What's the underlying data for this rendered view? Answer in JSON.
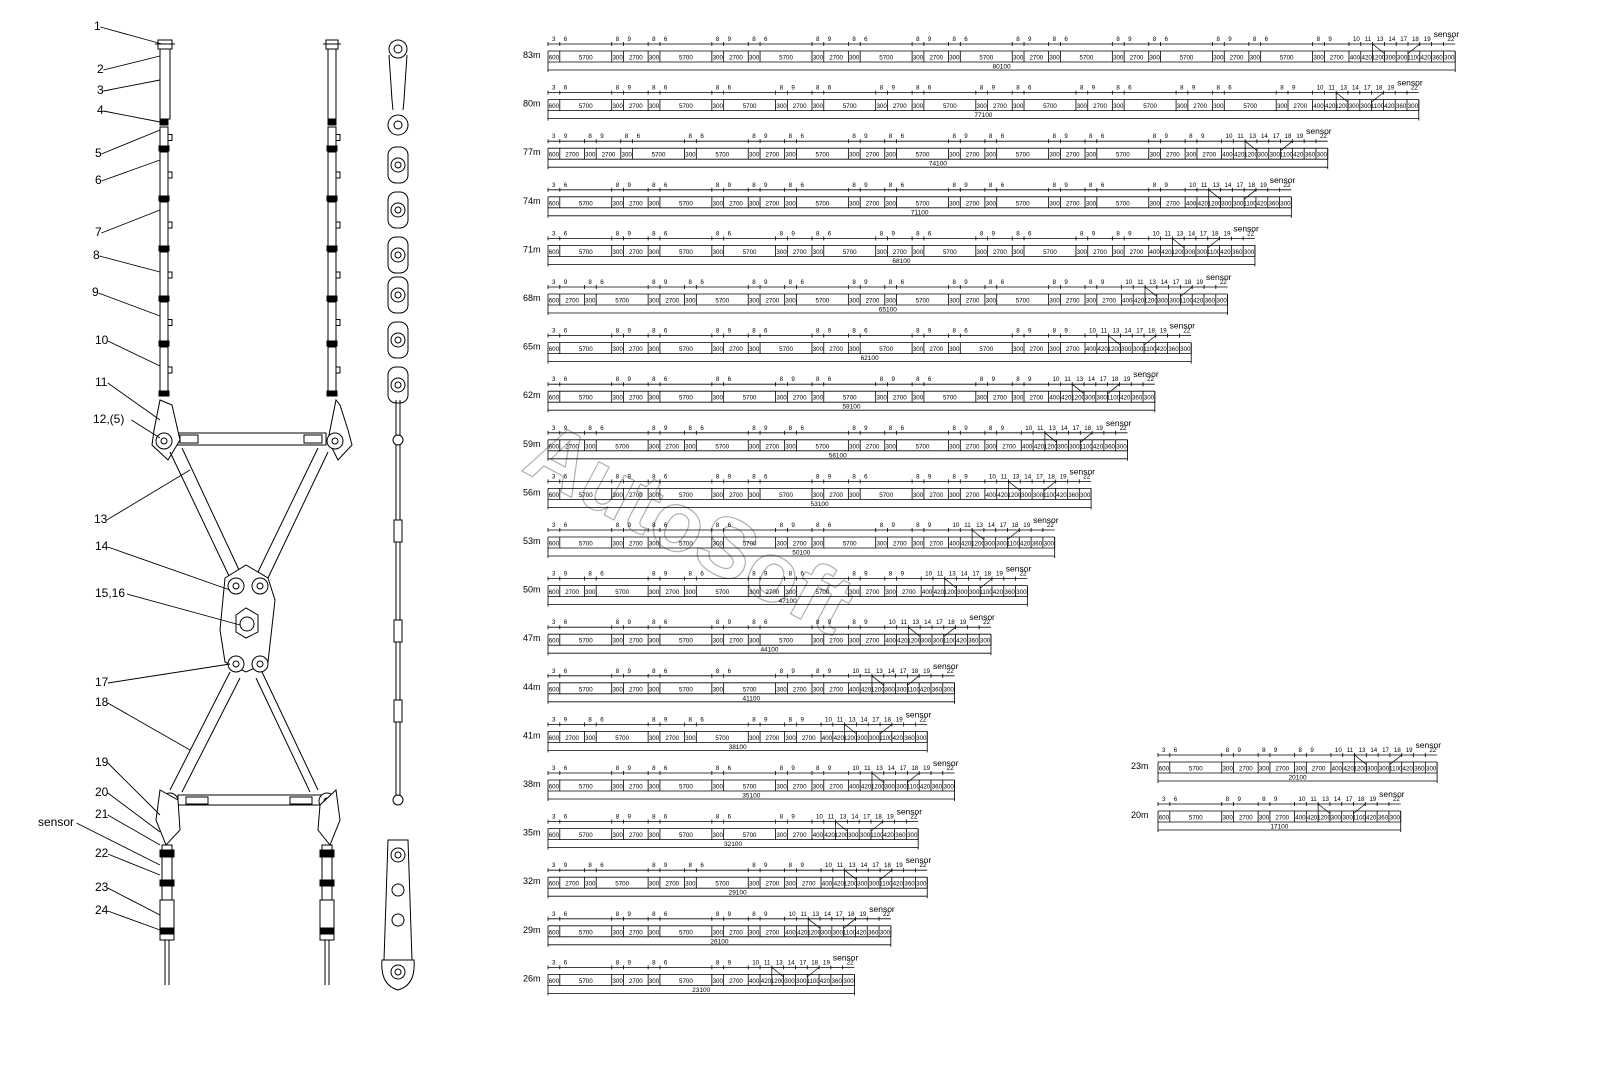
{
  "callouts": [
    {
      "text": "1"
    },
    {
      "text": "2"
    },
    {
      "text": "3"
    },
    {
      "text": "4"
    },
    {
      "text": "5"
    },
    {
      "text": "6"
    },
    {
      "text": "7"
    },
    {
      "text": "8"
    },
    {
      "text": "9"
    },
    {
      "text": "10"
    },
    {
      "text": "11"
    },
    {
      "text": "12,(5)"
    },
    {
      "text": "13"
    },
    {
      "text": "14"
    },
    {
      "text": "15,16"
    },
    {
      "text": "17"
    },
    {
      "text": "18"
    },
    {
      "text": "19"
    },
    {
      "text": "20"
    },
    {
      "text": "sensor"
    },
    {
      "text": "21"
    },
    {
      "text": "22"
    },
    {
      "text": "23"
    },
    {
      "text": "24"
    }
  ],
  "watermark": "AutoSoft",
  "configs": [
    {
      "len": "83m",
      "total": "80100",
      "segs": [
        "600",
        "5700",
        "300",
        "2700",
        "300",
        "5700",
        "300",
        "2700",
        "300",
        "5700",
        "300",
        "2700",
        "300",
        "5700",
        "300",
        "2700",
        "300",
        "5700",
        "300",
        "2700",
        "300",
        "5700",
        "300",
        "2700",
        "300",
        "5700",
        "300",
        "2700",
        "300",
        "5700",
        "300",
        "2700",
        "400",
        "420",
        "1200",
        "300",
        "300",
        "1100",
        "420",
        "360",
        "300"
      ],
      "parts": [
        "3",
        "6",
        "8",
        "9",
        "8",
        "6",
        "8",
        "9",
        "8",
        "6",
        "8",
        "9",
        "8",
        "6",
        "8",
        "9",
        "8",
        "6",
        "8",
        "9",
        "8",
        "6",
        "8",
        "9",
        "8",
        "6",
        "8",
        "9",
        "8",
        "6",
        "8",
        "9",
        "10",
        "11",
        "13",
        "14",
        "17",
        "18",
        "19",
        "sensor",
        "22"
      ]
    },
    {
      "len": "80m",
      "total": "77100",
      "segs": [
        "600",
        "5700",
        "300",
        "2700",
        "300",
        "5700",
        "300",
        "5700",
        "300",
        "2700",
        "300",
        "5700",
        "300",
        "2700",
        "300",
        "5700",
        "300",
        "2700",
        "300",
        "5700",
        "300",
        "2700",
        "300",
        "5700",
        "300",
        "2700",
        "300",
        "5700",
        "300",
        "2700",
        "400",
        "420",
        "1200",
        "300",
        "300",
        "1100",
        "420",
        "360",
        "300"
      ],
      "parts": [
        "3",
        "6",
        "8",
        "9",
        "8",
        "6",
        "8",
        "6",
        "8",
        "9",
        "8",
        "6",
        "8",
        "9",
        "8",
        "6",
        "8",
        "9",
        "8",
        "6",
        "8",
        "9",
        "8",
        "6",
        "8",
        "9",
        "8",
        "6",
        "8",
        "9",
        "10",
        "11",
        "13",
        "14",
        "17",
        "18",
        "19",
        "sensor",
        "22"
      ]
    },
    {
      "len": "77m",
      "total": "74100",
      "segs": [
        "600",
        "2700",
        "300",
        "2700",
        "300",
        "5700",
        "300",
        "5700",
        "300",
        "2700",
        "300",
        "5700",
        "300",
        "2700",
        "300",
        "5700",
        "300",
        "2700",
        "300",
        "5700",
        "300",
        "2700",
        "300",
        "5700",
        "300",
        "2700",
        "300",
        "2700",
        "400",
        "420",
        "1200",
        "300",
        "300",
        "1100",
        "420",
        "360",
        "300"
      ],
      "parts": [
        "3",
        "9",
        "8",
        "9",
        "8",
        "6",
        "8",
        "6",
        "8",
        "9",
        "8",
        "6",
        "8",
        "9",
        "8",
        "6",
        "8",
        "9",
        "8",
        "6",
        "8",
        "9",
        "8",
        "6",
        "8",
        "9",
        "8",
        "9",
        "10",
        "11",
        "13",
        "14",
        "17",
        "18",
        "19",
        "sensor",
        "22"
      ]
    },
    {
      "len": "74m",
      "total": "71100",
      "segs": [
        "600",
        "5700",
        "300",
        "2700",
        "300",
        "5700",
        "300",
        "2700",
        "300",
        "2700",
        "300",
        "5700",
        "300",
        "2700",
        "300",
        "5700",
        "300",
        "2700",
        "300",
        "5700",
        "300",
        "2700",
        "300",
        "5700",
        "300",
        "2700",
        "400",
        "420",
        "1200",
        "300",
        "300",
        "1100",
        "420",
        "360",
        "300"
      ],
      "parts": [
        "3",
        "6",
        "8",
        "9",
        "8",
        "6",
        "8",
        "9",
        "8",
        "9",
        "8",
        "6",
        "8",
        "9",
        "8",
        "6",
        "8",
        "9",
        "8",
        "6",
        "8",
        "9",
        "8",
        "6",
        "8",
        "9",
        "10",
        "11",
        "13",
        "14",
        "17",
        "18",
        "19",
        "sensor",
        "22"
      ]
    },
    {
      "len": "71m",
      "total": "68100",
      "segs": [
        "600",
        "5700",
        "300",
        "2700",
        "300",
        "5700",
        "300",
        "5700",
        "300",
        "2700",
        "300",
        "5700",
        "300",
        "2700",
        "300",
        "5700",
        "300",
        "2700",
        "300",
        "5700",
        "300",
        "2700",
        "300",
        "2700",
        "400",
        "420",
        "1200",
        "300",
        "300",
        "1100",
        "420",
        "360",
        "300"
      ],
      "parts": [
        "3",
        "6",
        "8",
        "9",
        "8",
        "6",
        "8",
        "6",
        "8",
        "9",
        "8",
        "6",
        "8",
        "9",
        "8",
        "6",
        "8",
        "9",
        "8",
        "6",
        "8",
        "9",
        "8",
        "9",
        "10",
        "11",
        "13",
        "14",
        "17",
        "18",
        "19",
        "sensor",
        "22"
      ]
    },
    {
      "len": "68m",
      "total": "65100",
      "segs": [
        "600",
        "2700",
        "300",
        "5700",
        "300",
        "2700",
        "300",
        "5700",
        "300",
        "2700",
        "300",
        "5700",
        "300",
        "2700",
        "300",
        "5700",
        "300",
        "2700",
        "300",
        "5700",
        "300",
        "2700",
        "300",
        "2700",
        "400",
        "420",
        "1200",
        "300",
        "300",
        "1100",
        "420",
        "360",
        "300"
      ],
      "parts": [
        "3",
        "9",
        "8",
        "6",
        "8",
        "9",
        "8",
        "6",
        "8",
        "9",
        "8",
        "6",
        "8",
        "9",
        "8",
        "6",
        "8",
        "9",
        "8",
        "6",
        "8",
        "9",
        "8",
        "9",
        "10",
        "11",
        "13",
        "14",
        "17",
        "18",
        "19",
        "sensor",
        "22"
      ]
    },
    {
      "len": "65m",
      "total": "62100",
      "segs": [
        "600",
        "5700",
        "300",
        "2700",
        "300",
        "5700",
        "300",
        "2700",
        "300",
        "5700",
        "300",
        "2700",
        "300",
        "5700",
        "300",
        "2700",
        "300",
        "5700",
        "300",
        "2700",
        "300",
        "2700",
        "400",
        "420",
        "1200",
        "300",
        "300",
        "1100",
        "420",
        "360",
        "300"
      ],
      "parts": [
        "3",
        "6",
        "8",
        "9",
        "8",
        "6",
        "8",
        "9",
        "8",
        "6",
        "8",
        "9",
        "8",
        "6",
        "8",
        "9",
        "8",
        "6",
        "8",
        "9",
        "8",
        "9",
        "10",
        "11",
        "13",
        "14",
        "17",
        "18",
        "19",
        "sensor",
        "22"
      ]
    },
    {
      "len": "62m",
      "total": "59100",
      "segs": [
        "600",
        "5700",
        "300",
        "2700",
        "300",
        "5700",
        "300",
        "5700",
        "300",
        "2700",
        "300",
        "5700",
        "300",
        "2700",
        "300",
        "5700",
        "300",
        "2700",
        "300",
        "2700",
        "400",
        "420",
        "1200",
        "300",
        "300",
        "1100",
        "420",
        "360",
        "300"
      ],
      "parts": [
        "3",
        "6",
        "8",
        "9",
        "8",
        "6",
        "8",
        "6",
        "8",
        "9",
        "8",
        "6",
        "8",
        "9",
        "8",
        "6",
        "8",
        "9",
        "8",
        "9",
        "10",
        "11",
        "13",
        "14",
        "17",
        "18",
        "19",
        "sensor",
        "22"
      ]
    },
    {
      "len": "59m",
      "total": "56100",
      "segs": [
        "600",
        "2700",
        "300",
        "5700",
        "300",
        "2700",
        "300",
        "5700",
        "300",
        "2700",
        "300",
        "5700",
        "300",
        "2700",
        "300",
        "5700",
        "300",
        "2700",
        "300",
        "2700",
        "400",
        "420",
        "1200",
        "300",
        "300",
        "1100",
        "420",
        "360",
        "300"
      ],
      "parts": [
        "3",
        "9",
        "8",
        "6",
        "8",
        "9",
        "8",
        "6",
        "8",
        "9",
        "8",
        "6",
        "8",
        "9",
        "8",
        "6",
        "8",
        "9",
        "8",
        "9",
        "10",
        "11",
        "13",
        "14",
        "17",
        "18",
        "19",
        "sensor",
        "22"
      ]
    },
    {
      "len": "56m",
      "total": "53100",
      "segs": [
        "600",
        "5700",
        "300",
        "2700",
        "300",
        "5700",
        "300",
        "2700",
        "300",
        "5700",
        "300",
        "2700",
        "300",
        "5700",
        "300",
        "2700",
        "300",
        "2700",
        "400",
        "420",
        "1200",
        "300",
        "300",
        "1100",
        "420",
        "360",
        "300"
      ],
      "parts": [
        "3",
        "6",
        "8",
        "9",
        "8",
        "6",
        "8",
        "9",
        "8",
        "6",
        "8",
        "9",
        "8",
        "6",
        "8",
        "9",
        "8",
        "9",
        "10",
        "11",
        "13",
        "14",
        "17",
        "18",
        "19",
        "sensor",
        "22"
      ]
    },
    {
      "len": "53m",
      "total": "50100",
      "segs": [
        "600",
        "5700",
        "300",
        "2700",
        "300",
        "5700",
        "300",
        "5700",
        "300",
        "2700",
        "300",
        "5700",
        "300",
        "2700",
        "300",
        "2700",
        "400",
        "420",
        "1200",
        "300",
        "300",
        "1100",
        "420",
        "360",
        "300"
      ],
      "parts": [
        "3",
        "6",
        "8",
        "9",
        "8",
        "6",
        "8",
        "6",
        "8",
        "9",
        "8",
        "6",
        "8",
        "9",
        "8",
        "9",
        "10",
        "11",
        "13",
        "14",
        "17",
        "18",
        "19",
        "sensor",
        "22"
      ]
    },
    {
      "len": "50m",
      "total": "47100",
      "segs": [
        "600",
        "2700",
        "300",
        "5700",
        "300",
        "2700",
        "300",
        "5700",
        "300",
        "2700",
        "300",
        "5700",
        "300",
        "2700",
        "300",
        "2700",
        "400",
        "420",
        "1200",
        "300",
        "300",
        "1100",
        "420",
        "360",
        "300"
      ],
      "parts": [
        "3",
        "9",
        "8",
        "6",
        "8",
        "9",
        "8",
        "6",
        "8",
        "9",
        "8",
        "6",
        "8",
        "9",
        "8",
        "9",
        "10",
        "11",
        "13",
        "14",
        "17",
        "18",
        "19",
        "sensor",
        "22"
      ]
    },
    {
      "len": "47m",
      "total": "44100",
      "segs": [
        "600",
        "5700",
        "300",
        "2700",
        "300",
        "5700",
        "300",
        "2700",
        "300",
        "5700",
        "300",
        "2700",
        "300",
        "2700",
        "400",
        "420",
        "1200",
        "300",
        "300",
        "1100",
        "420",
        "360",
        "300"
      ],
      "parts": [
        "3",
        "6",
        "8",
        "9",
        "8",
        "6",
        "8",
        "9",
        "8",
        "6",
        "8",
        "9",
        "8",
        "9",
        "10",
        "11",
        "13",
        "14",
        "17",
        "18",
        "19",
        "sensor",
        "22"
      ]
    },
    {
      "len": "44m",
      "total": "41100",
      "segs": [
        "600",
        "5700",
        "300",
        "2700",
        "300",
        "5700",
        "300",
        "5700",
        "300",
        "2700",
        "300",
        "2700",
        "400",
        "420",
        "1200",
        "300",
        "300",
        "1100",
        "420",
        "360",
        "300"
      ],
      "parts": [
        "3",
        "6",
        "8",
        "9",
        "8",
        "6",
        "8",
        "6",
        "8",
        "9",
        "8",
        "9",
        "10",
        "11",
        "13",
        "14",
        "17",
        "18",
        "19",
        "sensor",
        "22"
      ]
    },
    {
      "len": "41m",
      "total": "38100",
      "segs": [
        "600",
        "2700",
        "300",
        "5700",
        "300",
        "2700",
        "300",
        "5700",
        "300",
        "2700",
        "300",
        "2700",
        "400",
        "420",
        "1200",
        "300",
        "300",
        "1100",
        "420",
        "360",
        "300"
      ],
      "parts": [
        "3",
        "9",
        "8",
        "6",
        "8",
        "9",
        "8",
        "6",
        "8",
        "9",
        "8",
        "9",
        "10",
        "11",
        "13",
        "14",
        "17",
        "18",
        "19",
        "sensor",
        "22"
      ]
    },
    {
      "len": "38m",
      "total": "35100",
      "segs": [
        "600",
        "5700",
        "300",
        "2700",
        "300",
        "5700",
        "300",
        "5700",
        "300",
        "2700",
        "300",
        "2700",
        "400",
        "420",
        "1200",
        "300",
        "300",
        "1100",
        "420",
        "360",
        "300"
      ],
      "parts": [
        "3",
        "6",
        "8",
        "9",
        "8",
        "6",
        "8",
        "6",
        "8",
        "9",
        "8",
        "9",
        "10",
        "11",
        "13",
        "14",
        "17",
        "18",
        "19",
        "sensor",
        "22"
      ]
    },
    {
      "len": "35m",
      "total": "32100",
      "segs": [
        "600",
        "5700",
        "300",
        "2700",
        "300",
        "5700",
        "300",
        "5700",
        "300",
        "2700",
        "400",
        "420",
        "1200",
        "300",
        "300",
        "1100",
        "420",
        "360",
        "300"
      ],
      "parts": [
        "3",
        "6",
        "8",
        "9",
        "8",
        "6",
        "8",
        "6",
        "8",
        "9",
        "10",
        "11",
        "13",
        "14",
        "17",
        "18",
        "19",
        "sensor",
        "22"
      ]
    },
    {
      "len": "32m",
      "total": "29100",
      "segs": [
        "600",
        "2700",
        "300",
        "5700",
        "300",
        "2700",
        "300",
        "5700",
        "300",
        "2700",
        "300",
        "2700",
        "400",
        "420",
        "1200",
        "300",
        "300",
        "1100",
        "420",
        "360",
        "300"
      ],
      "parts": [
        "3",
        "9",
        "8",
        "6",
        "8",
        "9",
        "8",
        "6",
        "8",
        "9",
        "8",
        "9",
        "10",
        "11",
        "13",
        "14",
        "17",
        "18",
        "19",
        "sensor",
        "22"
      ]
    },
    {
      "len": "29m",
      "total": "26100",
      "segs": [
        "600",
        "5700",
        "300",
        "2700",
        "300",
        "5700",
        "300",
        "2700",
        "300",
        "2700",
        "400",
        "420",
        "1200",
        "300",
        "300",
        "1100",
        "420",
        "360",
        "300"
      ],
      "parts": [
        "3",
        "6",
        "8",
        "9",
        "8",
        "6",
        "8",
        "9",
        "8",
        "9",
        "10",
        "11",
        "13",
        "14",
        "17",
        "18",
        "19",
        "sensor",
        "22"
      ]
    },
    {
      "len": "26m",
      "total": "23100",
      "segs": [
        "600",
        "5700",
        "300",
        "2700",
        "300",
        "5700",
        "300",
        "2700",
        "400",
        "420",
        "1200",
        "300",
        "300",
        "1100",
        "420",
        "360",
        "300"
      ],
      "parts": [
        "3",
        "6",
        "8",
        "9",
        "8",
        "6",
        "8",
        "9",
        "10",
        "11",
        "13",
        "14",
        "17",
        "18",
        "19",
        "sensor",
        "22"
      ]
    },
    {
      "len": "23m",
      "total": "20100",
      "segs": [
        "600",
        "5700",
        "300",
        "2700",
        "300",
        "2700",
        "300",
        "2700",
        "400",
        "420",
        "1200",
        "300",
        "300",
        "1100",
        "420",
        "360",
        "300"
      ],
      "parts": [
        "3",
        "6",
        "8",
        "9",
        "8",
        "9",
        "8",
        "9",
        "10",
        "11",
        "13",
        "14",
        "17",
        "18",
        "19",
        "sensor",
        "22"
      ]
    },
    {
      "len": "20m",
      "total": "17100",
      "segs": [
        "600",
        "5700",
        "300",
        "2700",
        "300",
        "2700",
        "400",
        "420",
        "1200",
        "300",
        "300",
        "1100",
        "420",
        "360",
        "300"
      ],
      "parts": [
        "3",
        "6",
        "8",
        "9",
        "8",
        "9",
        "10",
        "11",
        "13",
        "14",
        "17",
        "18",
        "19",
        "sensor",
        "22"
      ]
    }
  ]
}
